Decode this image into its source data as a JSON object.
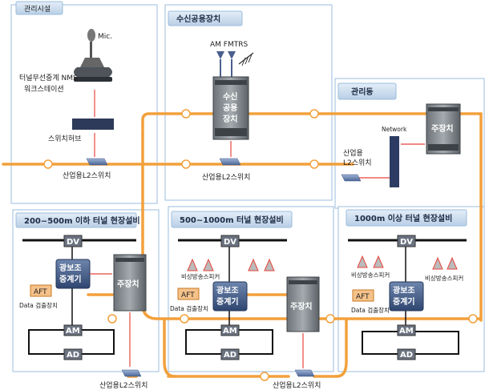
{
  "zones": {
    "control_room": "관리시설",
    "receiver": "수신공용장치",
    "admin_bldg": "관리동",
    "tunnel_short": "200~500m 이하 터널 현장설비",
    "tunnel_mid": "500~1000m 터널 현장설비",
    "tunnel_long": "1000m 이상 터널 현장설비"
  },
  "control": {
    "mic": "Mic.",
    "nms_line1": "터널무선중계 NMS",
    "nms_line2": "워크스테이션",
    "switch_hub": "스위치허브",
    "l2_switch": "산업용L2스위치"
  },
  "receiver": {
    "antenna": "AM FMTRS",
    "unit_line1": "수신",
    "unit_line2": "공용",
    "unit_line3": "장치",
    "l2_switch": "산업용L2스위치"
  },
  "admin": {
    "network": "Network",
    "l2_line1": "산업용",
    "l2_line2": "L2스위치",
    "main_unit": "주장치"
  },
  "tunnel": {
    "dv": "DV",
    "am": "AM",
    "ad": "AD",
    "aft": "AFT",
    "data_collector": "Data 검출장치",
    "repeater_line1": "광보조",
    "repeater_line2": "중계기",
    "main_unit": "주장치",
    "speaker": "비상방송스피커",
    "bottom_switch": "산업용L2스위치"
  },
  "colors": {
    "fiber": "#f2a03c",
    "link": "#e8453c",
    "zone_border": "#8ab2d6",
    "header_fill": "#c6d8ec",
    "dark_header": "#2f4a74"
  }
}
